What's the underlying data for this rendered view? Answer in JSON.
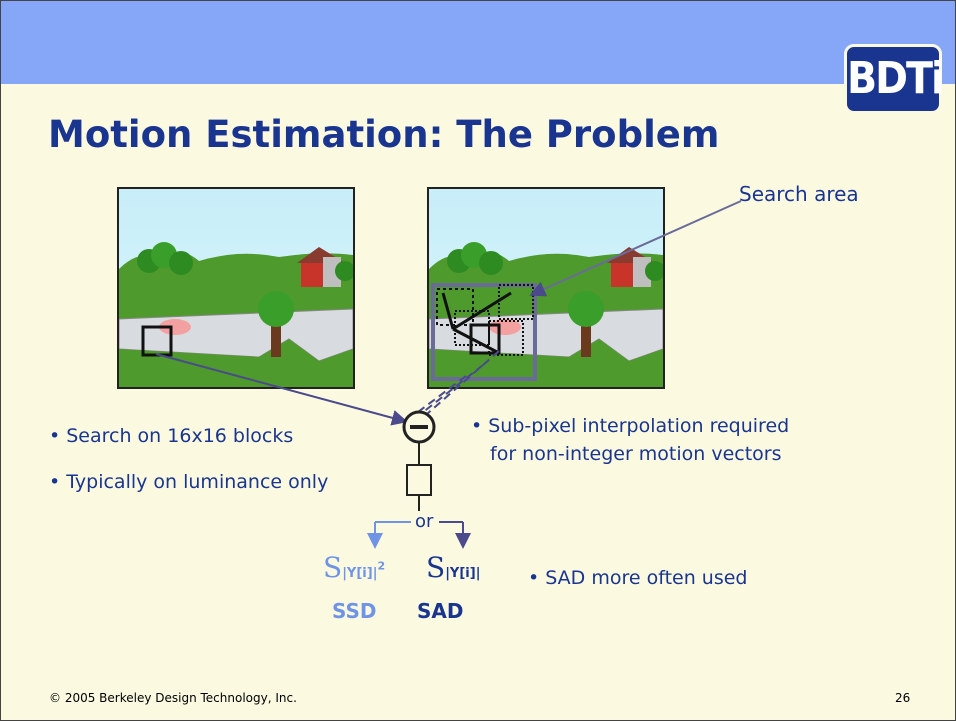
{
  "slide": {
    "title": "Motion Estimation: The Problem",
    "logo": "BDTi",
    "search_area_label": "Search area",
    "bullets_left": [
      "• Search on 16x16 blocks",
      "• Typically on luminance only"
    ],
    "bullet_right": [
      "• Sub-pixel interpolation required",
      "for non-integer motion vectors"
    ],
    "or_label": "or",
    "ssd": {
      "symbol": "S",
      "subscript": "|Y[i]|",
      "sup": "2",
      "label": "SSD"
    },
    "sad": {
      "symbol": "S",
      "subscript": "|Y[i]|",
      "label": "SAD"
    },
    "sad_note": "• SAD more often used",
    "footer": "© 2005 Berkeley Design Technology, Inc.",
    "page_number": "26"
  },
  "colors": {
    "banner": "#86a7f8",
    "background": "#fbfae1",
    "title": "#1a3590",
    "ssd": "#6f94e6",
    "connector": "#4a4a8c"
  }
}
